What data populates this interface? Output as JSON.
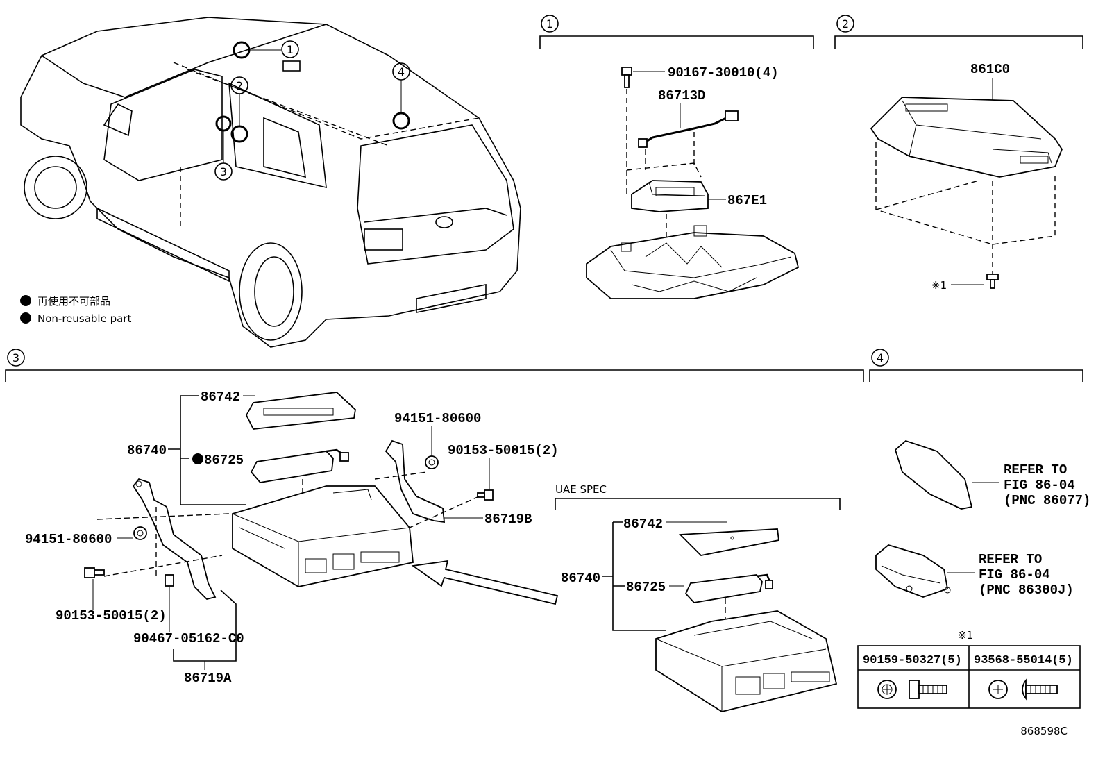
{
  "legend": {
    "jp": "再使用不可部品",
    "en": "Non-reusable part"
  },
  "sections": {
    "s1": "1",
    "s2": "2",
    "s3": "3",
    "s4": "4"
  },
  "vehicle_callouts": [
    "1",
    "2",
    "3",
    "4"
  ],
  "labels": {
    "p90167": "90167-30010(4)",
    "p86713D": "86713D",
    "p867E1": "867E1",
    "p861C0": "861C0",
    "ref1": "※1",
    "p86742a": "86742",
    "p86740a": "86740",
    "p86725a": "86725",
    "p94151a": "94151-80600",
    "p90153a": "90153-50015(2)",
    "p86719B": "86719B",
    "p94151b": "94151-80600",
    "p90153b": "90153-50015(2)",
    "p90467": "90467-05162-C0",
    "p86719A": "86719A",
    "uae": "UAE SPEC",
    "p86742b": "86742",
    "p86740b": "86740",
    "p86725b": "86725",
    "refer1_a": "REFER TO",
    "refer1_b": "FIG 86-04",
    "refer1_c": "(PNC 86077)",
    "refer2_a": "REFER TO",
    "refer2_b": "FIG 86-04",
    "refer2_c": "(PNC 86300J)",
    "note_mark": "※1",
    "tbl_h1": "90159-50327(5)",
    "tbl_h2": "93568-55014(5)",
    "fig_id": "868598C"
  }
}
